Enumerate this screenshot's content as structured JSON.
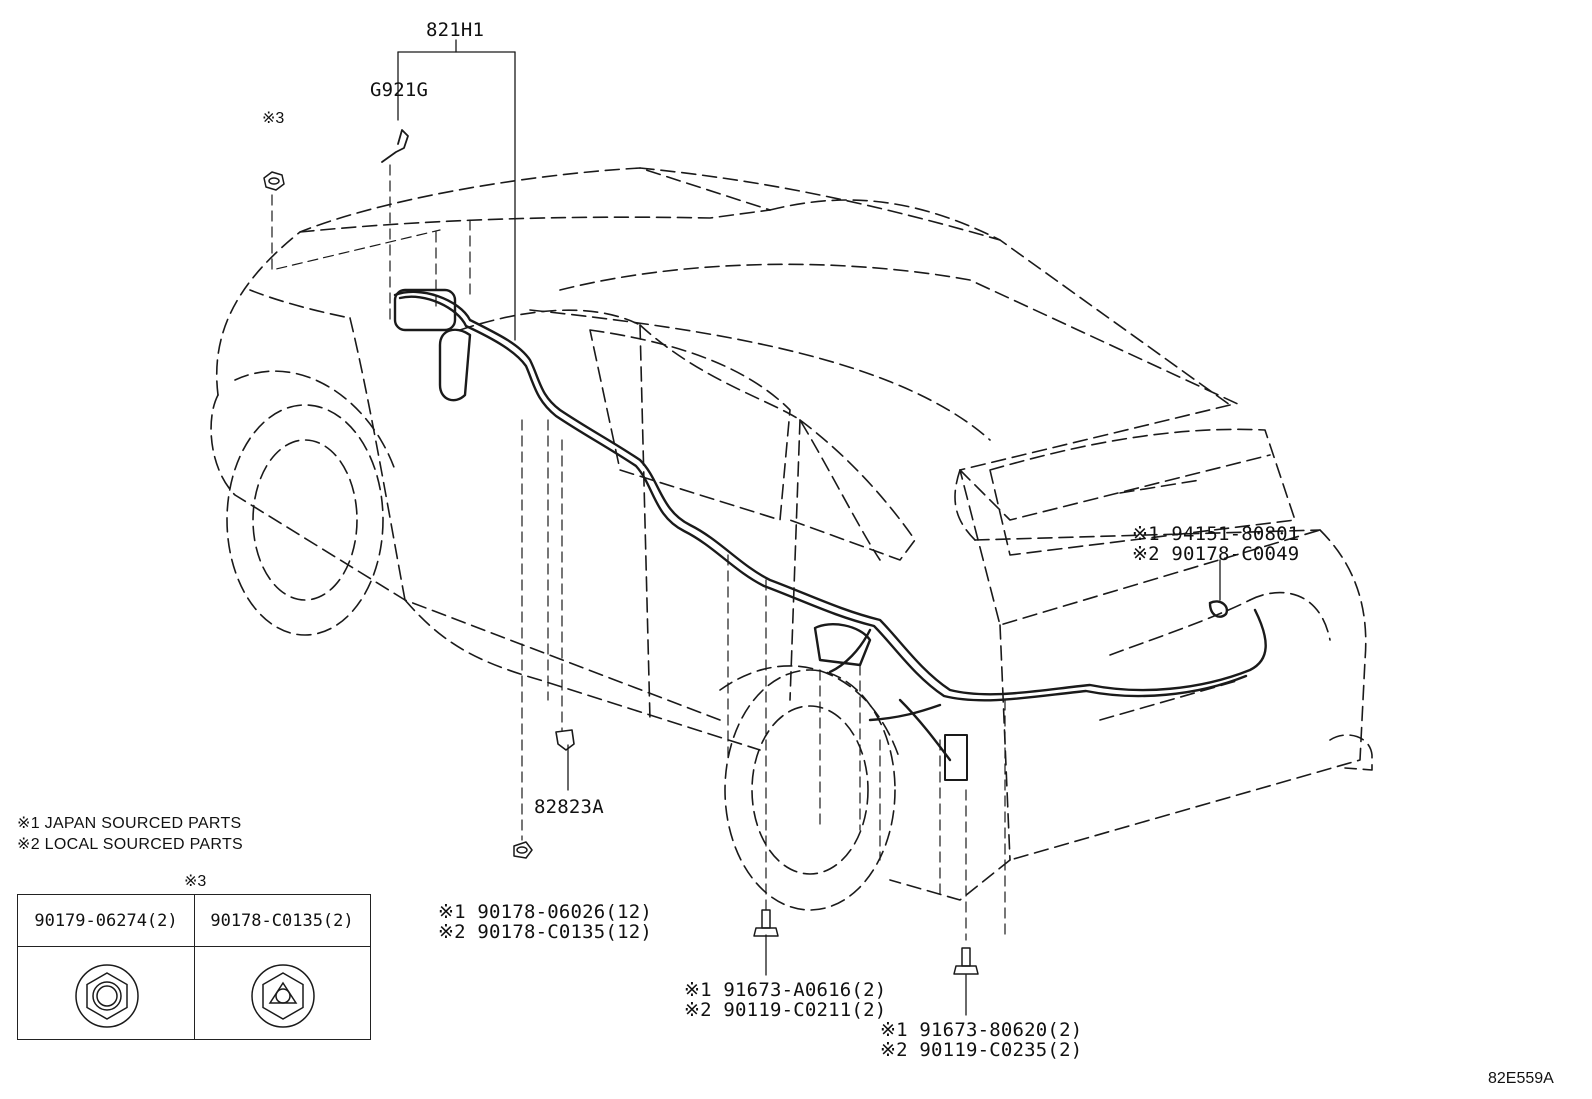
{
  "labels": {
    "harness_main": "821H1",
    "harness_sub": "G921G",
    "clip_bracket": "82823A",
    "note_mark_top": "※3",
    "clip_fastener": [
      "※1 90178-06026(12)",
      "※2 90178-C0135(12)"
    ],
    "rear_grommet": [
      "※1 94151-80801",
      "※2 90178-C0049"
    ],
    "bolt_center": [
      "※1 91673-A0616(2)",
      "※2 90119-C0211(2)"
    ],
    "bolt_right": [
      "※1 91673-80620(2)",
      "※2 90119-C0235(2)"
    ]
  },
  "notes": {
    "japan": "※1 JAPAN SOURCED PARTS",
    "local": "※2 LOCAL SOURCED PARTS"
  },
  "legend_table": {
    "mark": "※3",
    "col1": "90179-06274(2)",
    "col2": "90178-C0135(2)"
  },
  "figure_id": "82E559A"
}
